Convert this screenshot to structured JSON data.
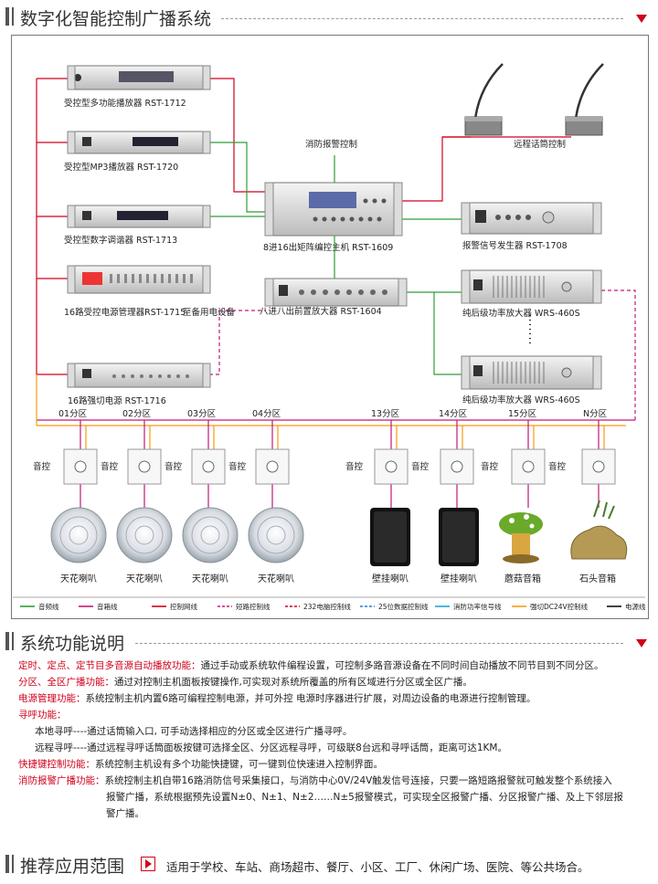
{
  "header": {
    "title": "数字化智能控制广播系统"
  },
  "section2": {
    "title": "系统功能说明"
  },
  "section3": {
    "title": "推荐应用范围",
    "text": "适用于学校、车站、商场超市、餐厅、小区、工厂、休闲广场、医院、等公共场合。"
  },
  "devices": {
    "d1712": "受控型多功能播放器 RST-1712",
    "d1720": "受控型MP3播放器 RST-1720",
    "d1713": "受控型数字调谐器 RST-1713",
    "d1715": "16路受控电源管理器RST-1715",
    "d1715_note": "至备用电设备",
    "d1716": "16路强切电源 RST-1716",
    "d1609": "8进16出矩阵编控主机 RST-1609",
    "d1604": "八进八出前置放大器 RST-1604",
    "d1708": "报警信号发生器 RST-1708",
    "wrs1": "纯后级功率放大器 WRS-460S",
    "wrs2": "纯后级功率放大器 WRS-460S",
    "fire": "消防报警控制",
    "mic": "远程话筒控制"
  },
  "zones": [
    "01分区",
    "02分区",
    "03分区",
    "04分区",
    "13分区",
    "14分区",
    "15分区",
    "N分区"
  ],
  "volume_label": "音控",
  "speakers": [
    "天花喇叭",
    "天花喇叭",
    "天花喇叭",
    "天花喇叭",
    "壁挂喇叭",
    "壁挂喇叭",
    "蘑菇音箱",
    "石头音箱"
  ],
  "legend": [
    {
      "label": "音频线",
      "color": "#2e9e3a",
      "dash": false
    },
    {
      "label": "音箱线",
      "color": "#c2187a",
      "dash": false
    },
    {
      "label": "控制网线",
      "color": "#d0021b",
      "dash": false
    },
    {
      "label": "短路控制线",
      "color": "#c2187a",
      "dash": true
    },
    {
      "label": "232电脑控制线",
      "color": "#d0021b",
      "dash": true
    },
    {
      "label": "25位数据控制线",
      "color": "#1e7fd6",
      "dash": true
    },
    {
      "label": "消防功率信号线",
      "color": "#1fa3d6",
      "dash": false
    },
    {
      "label": "强切DC24V控制线",
      "color": "#f39c12",
      "dash": false
    },
    {
      "label": "电源线",
      "color": "#111111",
      "dash": false
    }
  ],
  "features": [
    {
      "key": "定时、定点、定节目多音源自动播放功能：",
      "value": "通过手动或系统软件编程设置，可控制多路音源设备在不同时间自动播放不同节目到不同分区。"
    },
    {
      "key": "分区、全区广播功能：",
      "value": "通过对控制主机面板按键操作,可实现对系统所覆盖的所有区域进行分区或全区广播。"
    },
    {
      "key": "电源管理功能：",
      "value": "系统控制主机内置6路可编程控制电源，并可外控 电源时序器进行扩展，对周边设备的电源进行控制管理。"
    },
    {
      "key": "寻呼功能：",
      "value": ""
    },
    {
      "key": "",
      "value": "本地寻呼----通过话筒输入口, 可手动选择相应的分区或全区进行广播寻呼。",
      "indent": true
    },
    {
      "key": "",
      "value": "远程寻呼----通过远程寻呼话筒面板按键可选择全区、分区远程寻呼，可级联8台远和寻呼话筒，距离可达1KM。",
      "indent": true
    },
    {
      "key": "快捷键控制功能：",
      "value": "系统控制主机设有多个功能快捷键，可一键到位快速进入控制界面。"
    },
    {
      "key": "消防报警广播功能：",
      "value": "系统控制主机自带16路消防信号采集接口，与消防中心0V/24V触发信号连接，只要一路短路报警就可触发整个系统接入"
    },
    {
      "key": "",
      "value": "报警广播，系统根据预先设置N±0、N±1、N±2……N±5报警模式，可实现全区报警广播、分区报警广播、及上下邻层报",
      "indent2": true
    },
    {
      "key": "",
      "value": "警广播。",
      "indent2": true
    }
  ]
}
